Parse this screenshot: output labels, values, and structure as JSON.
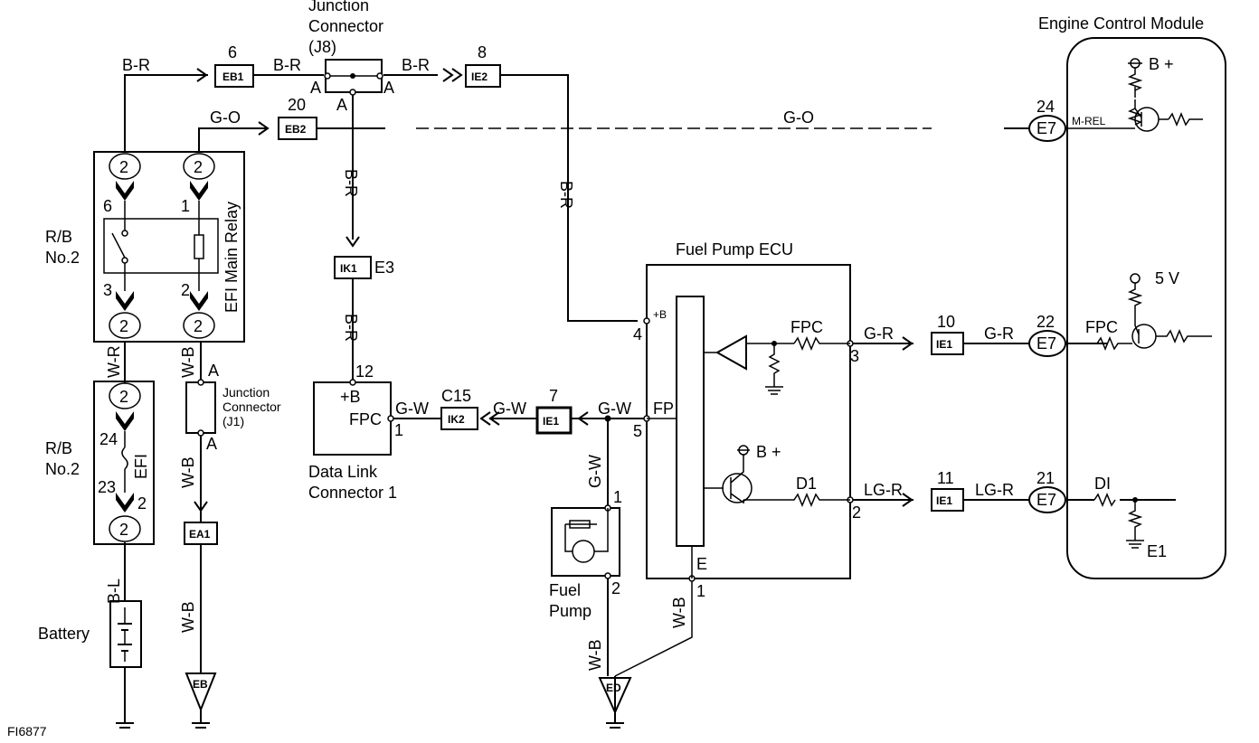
{
  "figure_id": "FI6877",
  "components": {
    "ecm": "Engine Control Module",
    "fp_ecu": "Fuel Pump ECU",
    "j8_line1": "Junction",
    "j8_line2": "Connector",
    "j8_line3": "(J8)",
    "j1_line1": "Junction",
    "j1_line2": "Connector",
    "j1_line3": "(J1)",
    "efi_main_relay": "EFI Main Relay",
    "efi_fuse": "EFI",
    "rb_upper_1": "R/B",
    "rb_upper_2": "No.2",
    "rb_lower_1": "R/B",
    "rb_lower_2": "No.2",
    "dlc_1": "Data Link",
    "dlc_2": "Connector 1",
    "fuel_pump_1": "Fuel",
    "fuel_pump_2": "Pump",
    "battery": "Battery"
  },
  "connectors": {
    "eb1": "EB1",
    "eb1_no": "6",
    "eb2": "EB2",
    "eb2_no": "20",
    "ie2": "IE2",
    "ie2_no": "8",
    "ik1": "IK1",
    "ik1_pin": "E3",
    "ik2": "IK2",
    "ik2_pin": "C15",
    "ie1_a": "IE1",
    "ie1_a_no": "7",
    "ie1_b": "IE1",
    "ie1_b_no": "10",
    "ie1_c": "IE1",
    "ie1_c_no": "11",
    "ea1": "EA1",
    "eb_ground": "EB",
    "ed_ground": "ED",
    "e7_a": "E7",
    "e7_a_no": "24",
    "e7_b": "E7",
    "e7_b_no": "22",
    "e7_c": "E7",
    "e7_c_no": "21",
    "ring_2": "2"
  },
  "wires": {
    "br": "B-R",
    "go": "G-O",
    "wr": "W-R",
    "wb": "W-B",
    "bl": "B-L",
    "gw": "G-W",
    "gr": "G-R",
    "lgr": "LG-R"
  },
  "pins": {
    "a": "A",
    "p1": "1",
    "p2": "2",
    "p3": "3",
    "p4": "4",
    "p5": "5",
    "p6": "6",
    "p12": "12",
    "p23": "23",
    "p24": "24"
  },
  "signals": {
    "plus_b": "+B",
    "b_plus": "B +",
    "fpc": "FPC",
    "fp": "FP",
    "e": "E",
    "d1": "D1",
    "di": "DI",
    "e1": "E1",
    "m_rel": "M-REL",
    "five_v": "5 V"
  }
}
